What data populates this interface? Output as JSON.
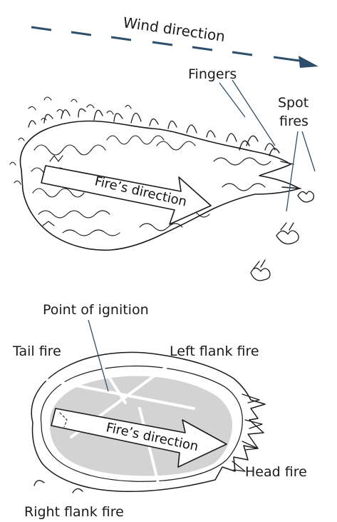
{
  "wind_label": "Wind direction",
  "top_diagram": {
    "fingers_label": "Fingers",
    "spot_fires_line1": "Spot",
    "spot_fires_line2": "fires",
    "arrow_label": "Fire’s direction"
  },
  "bottom_diagram": {
    "ignition_label": "Point of ignition",
    "tail_label": "Tail fire",
    "left_flank_label": "Left flank fire",
    "head_label": "Head fire",
    "right_flank_label": "Right flank fire",
    "arrow_label": "Fire’s direction"
  },
  "colors": {
    "wind_arrow": "#2e4f6b",
    "ink": "#1a1a1a",
    "burned_area": "#d3d3d3"
  }
}
